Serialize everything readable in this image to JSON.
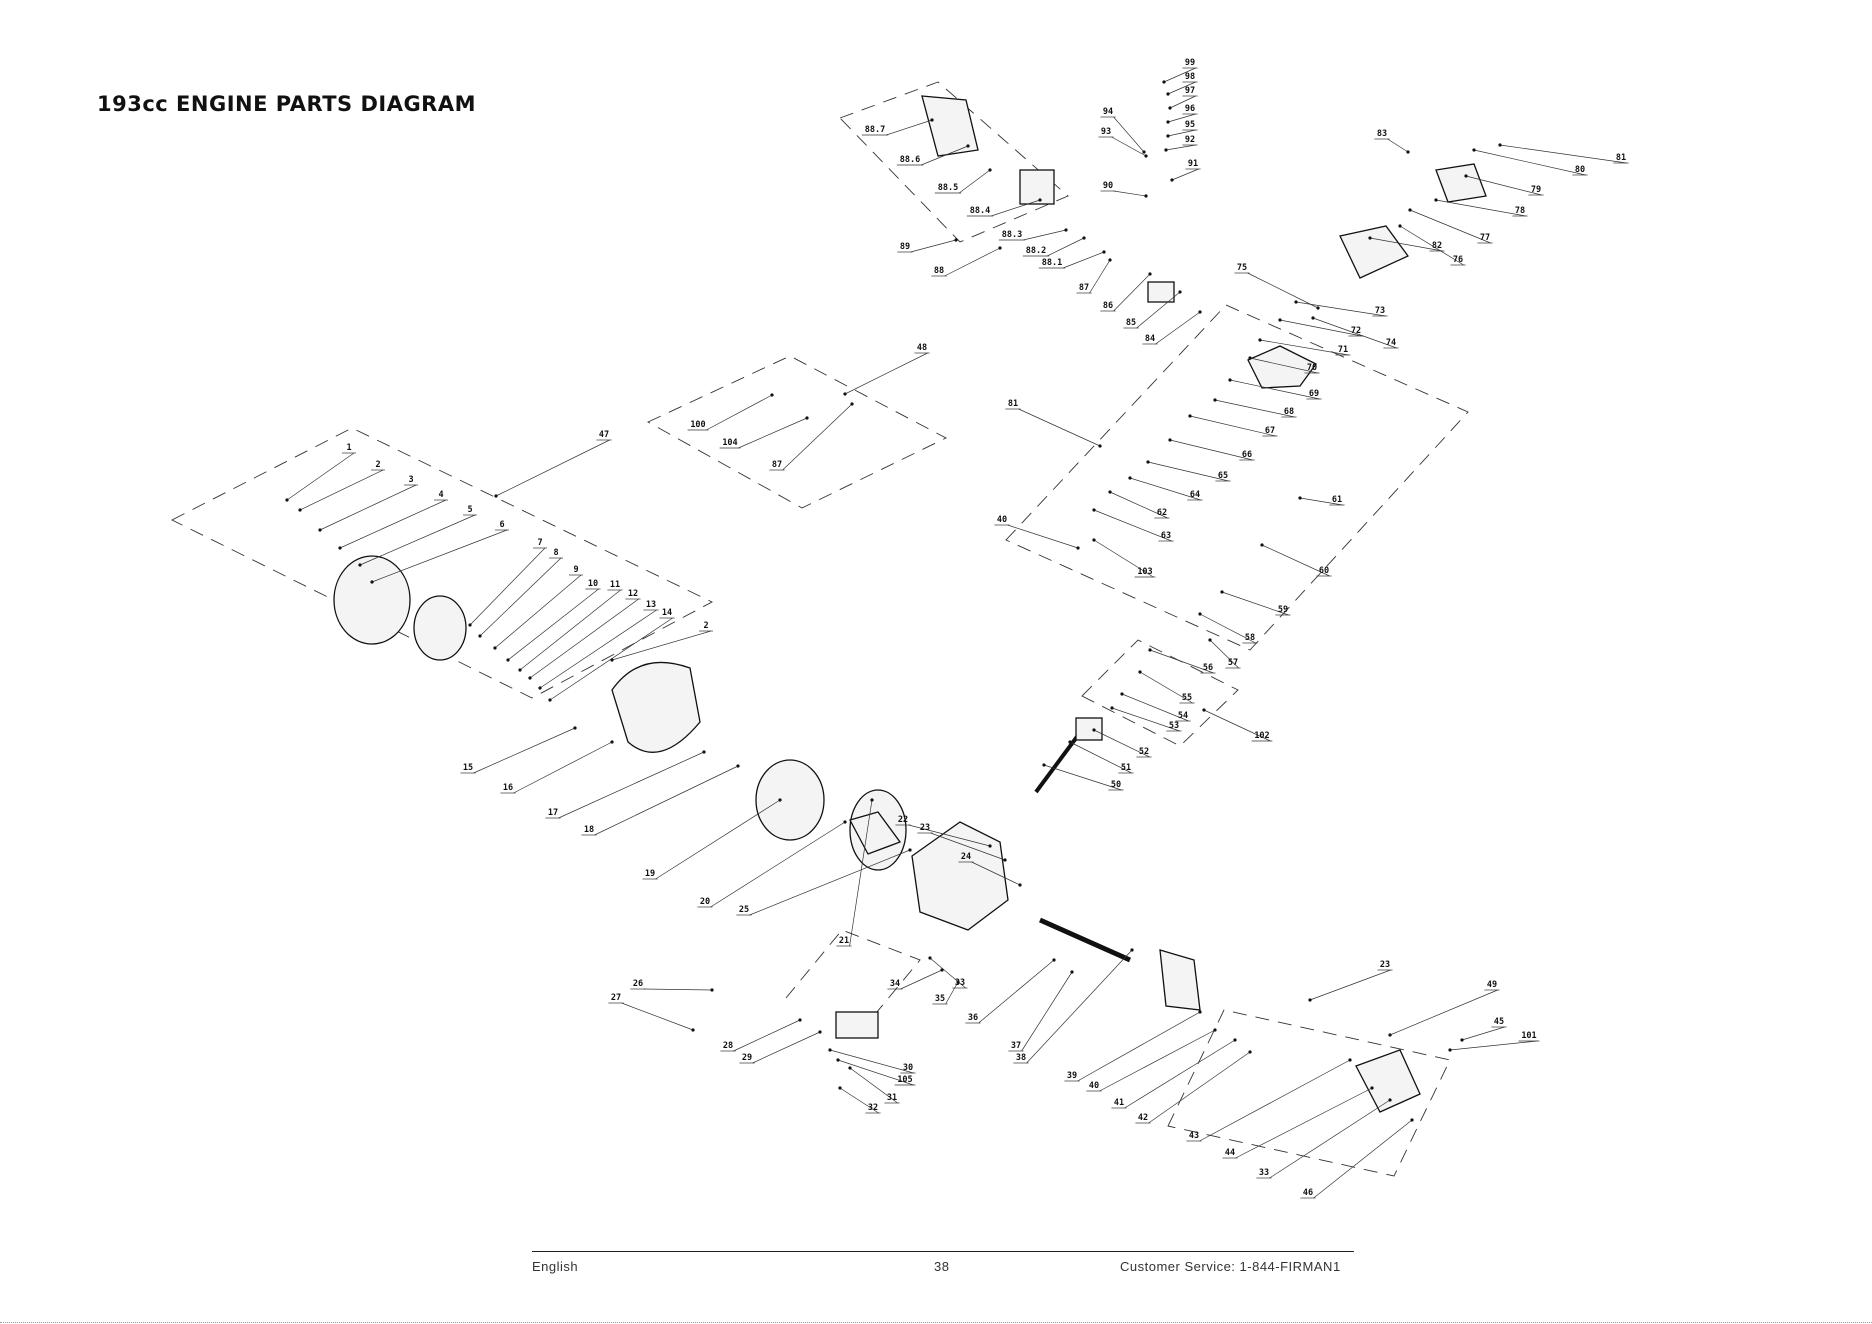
{
  "title": "193cc ENGINE PARTS DIAGRAM",
  "footer": {
    "language": "English",
    "page_number": "38",
    "customer_service": "Customer Service: 1-844-FIRMAN1"
  },
  "callouts": [
    "1",
    "2",
    "3",
    "4",
    "5",
    "6",
    "7",
    "8",
    "9",
    "10",
    "11",
    "12",
    "13",
    "14",
    "2",
    "15",
    "16",
    "17",
    "18",
    "19",
    "20",
    "21",
    "22",
    "23",
    "24",
    "25",
    "26",
    "27",
    "28",
    "29",
    "30",
    "105",
    "31",
    "32",
    "33",
    "34",
    "35",
    "36",
    "37",
    "38",
    "39",
    "40",
    "41",
    "42",
    "43",
    "44",
    "33",
    "46",
    "23",
    "49",
    "45",
    "101",
    "47",
    "48",
    "100",
    "104",
    "87",
    "81",
    "40",
    "103",
    "63",
    "62",
    "64",
    "65",
    "66",
    "67",
    "68",
    "69",
    "70",
    "71",
    "72",
    "73",
    "74",
    "75",
    "82",
    "76",
    "77",
    "78",
    "79",
    "80",
    "81",
    "83",
    "99",
    "98",
    "97",
    "96",
    "95",
    "92",
    "91",
    "94",
    "93",
    "90",
    "88.7",
    "88.6",
    "88.5",
    "88.4",
    "88.3",
    "88.2",
    "88.1",
    "89",
    "88",
    "87",
    "86",
    "85",
    "84",
    "61",
    "60",
    "59",
    "58",
    "57",
    "56",
    "55",
    "54",
    "53",
    "52",
    "51",
    "50",
    "102"
  ]
}
